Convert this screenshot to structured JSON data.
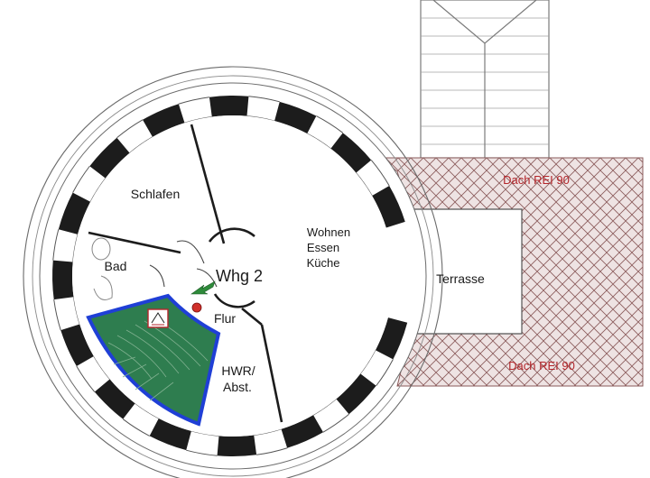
{
  "rooms": {
    "schlafen": "Schlafen",
    "bad": "Bad",
    "wohnen_line1": "Wohnen",
    "wohnen_line2": "Essen",
    "wohnen_line3": "Küche",
    "flur": "Flur",
    "hwr_line1": "HWR/",
    "hwr_line2": "Abst.",
    "terrasse": "Terrasse"
  },
  "unit_label": "Whg 2",
  "roof_labels": {
    "top": "Dach REI 90",
    "bottom": "Dach REI 90"
  },
  "sign_text": "/\\ ",
  "colors": {
    "wall": "#1c1c1c",
    "stair_fill": "#2e7d4f",
    "stair_border": "#1f3fd6",
    "roof_hatch": "#8a5a5a",
    "roof_fill": "#eee3e3",
    "marker_red": "#d0302a",
    "arrow_green": "#2e8b3a",
    "label_red": "#b3262b"
  }
}
